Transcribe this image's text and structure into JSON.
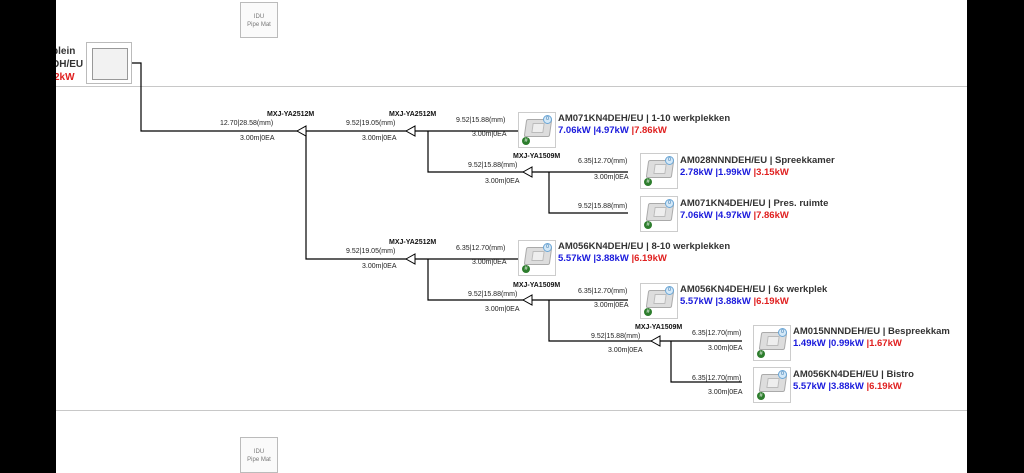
{
  "idu_pipe_mat_label": "IDU\nPipe Mat",
  "odu": {
    "name_fragment": "plein",
    "model_fragment": "DH/EU",
    "value_fragment": "2kW"
  },
  "branches": [
    {
      "id": "b1",
      "model": "MXJ-YA2512M",
      "pipe": "12.70|28.58(mm)",
      "length": "3.00m|0EA"
    },
    {
      "id": "b2",
      "model": "MXJ-YA2512M",
      "pipe": "9.52|19.05(mm)",
      "length": "3.00m|0EA"
    },
    {
      "id": "b3",
      "model": "MXJ-YA1509M",
      "pipe": "9.52|15.88(mm)",
      "length": "3.00m|0EA"
    },
    {
      "id": "b4",
      "model": "MXJ-YA2512M",
      "pipe": "9.52|19.05(mm)",
      "length": "3.00m|0EA"
    },
    {
      "id": "b5",
      "model": "MXJ-YA1509M",
      "pipe": "9.52|15.88(mm)",
      "length": "3.00m|0EA"
    },
    {
      "id": "b6",
      "model": "MXJ-YA1509M",
      "pipe": "9.52|15.88(mm)",
      "length": "3.00m|0EA"
    }
  ],
  "units": [
    {
      "id": "u1",
      "title": "AM071KN4DEH/EU | 1-10 werkplekken",
      "cool": "7.06kW",
      "heat": "|4.97kW",
      "total": "|7.86kW",
      "pipe": "9.52|15.88(mm)",
      "length": "3.00m|0EA"
    },
    {
      "id": "u2",
      "title": "AM028NNNDEH/EU | Spreekkamer",
      "cool": "2.78kW",
      "heat": "|1.99kW",
      "total": "|3.15kW",
      "pipe": "6.35|12.70(mm)",
      "length": "3.00m|0EA"
    },
    {
      "id": "u3",
      "title": "AM071KN4DEH/EU | Pres. ruimte",
      "cool": "7.06kW",
      "heat": "|4.97kW",
      "total": "|7.86kW",
      "pipe": "9.52|15.88(mm)",
      "length": ""
    },
    {
      "id": "u4",
      "title": "AM056KN4DEH/EU | 8-10 werkplekken",
      "cool": "5.57kW",
      "heat": "|3.88kW",
      "total": "|6.19kW",
      "pipe": "6.35|12.70(mm)",
      "length": "3.00m|0EA"
    },
    {
      "id": "u5",
      "title": "AM056KN4DEH/EU | 6x werkplek",
      "cool": "5.57kW",
      "heat": "|3.88kW",
      "total": "|6.19kW",
      "pipe": "6.35|12.70(mm)",
      "length": "3.00m|0EA"
    },
    {
      "id": "u6",
      "title": "AM015NNNDEH/EU | Bespreekkam",
      "cool": "1.49kW",
      "heat": "|0.99kW",
      "total": "|1.67kW",
      "pipe": "6.35|12.70(mm)",
      "length": "3.00m|0EA"
    },
    {
      "id": "u7",
      "title": "AM056KN4DEH/EU | Bistro",
      "cool": "5.57kW",
      "heat": "|3.88kW",
      "total": "|6.19kW",
      "pipe": "6.35|12.70(mm)",
      "length": "3.00m|0EA"
    }
  ],
  "badges": {
    "green": "#",
    "blue": "0"
  },
  "colors": {
    "cooling": "#1a1adc",
    "total": "#e02020",
    "line": "#000000",
    "background": "#ffffff",
    "frame": "#000000"
  }
}
